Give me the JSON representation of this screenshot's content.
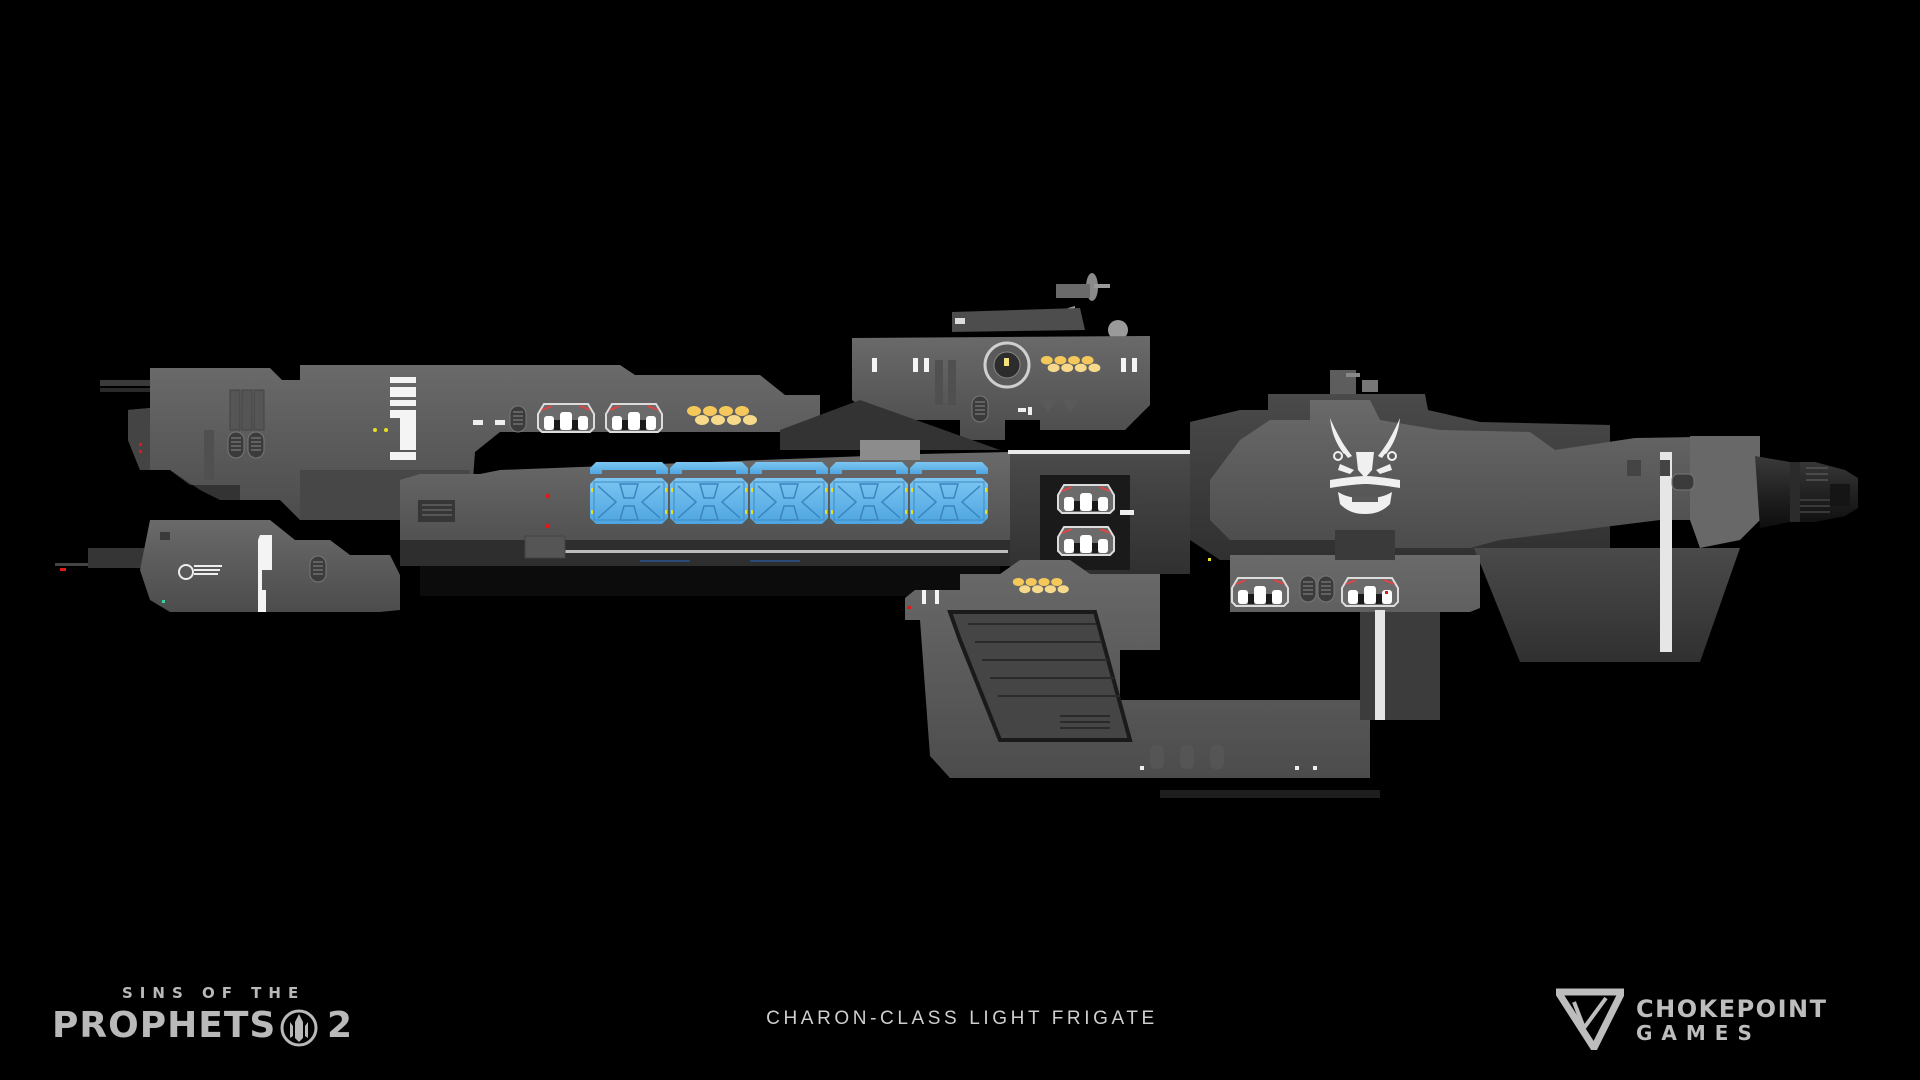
{
  "scene": {
    "background": "#000000",
    "subject": "UNSC frigate side profile render"
  },
  "branding": {
    "game_logo": {
      "line1": "SINS OF THE",
      "line2": "PROPHETS",
      "number": "2",
      "emblem_icon": "prophets-emblem-icon"
    },
    "studio_logo": {
      "line1": "CHOKEPOINT",
      "line2": "GAMES",
      "mark_icon": "chokepoint-triangle-icon"
    }
  },
  "caption": {
    "ship_name": "CHARON-CLASS LIGHT FRIGATE"
  },
  "ship": {
    "hull_colors": {
      "hull_light": "#5f5f5f",
      "hull_mid": "#4a4a4a",
      "hull_dark": "#2e2e2e",
      "hull_shadow": "#151515",
      "panel_blue": "#5fb3ea",
      "light_amber": "#f4c85a",
      "light_orange": "#f2a25a",
      "marking_white": "#f2f2f2",
      "indicator_red": "#e01818",
      "indicator_yellow": "#e8e020"
    },
    "insignia": "unsc-eagle-icon",
    "hull_number": "1",
    "cargo_pods": 5
  }
}
